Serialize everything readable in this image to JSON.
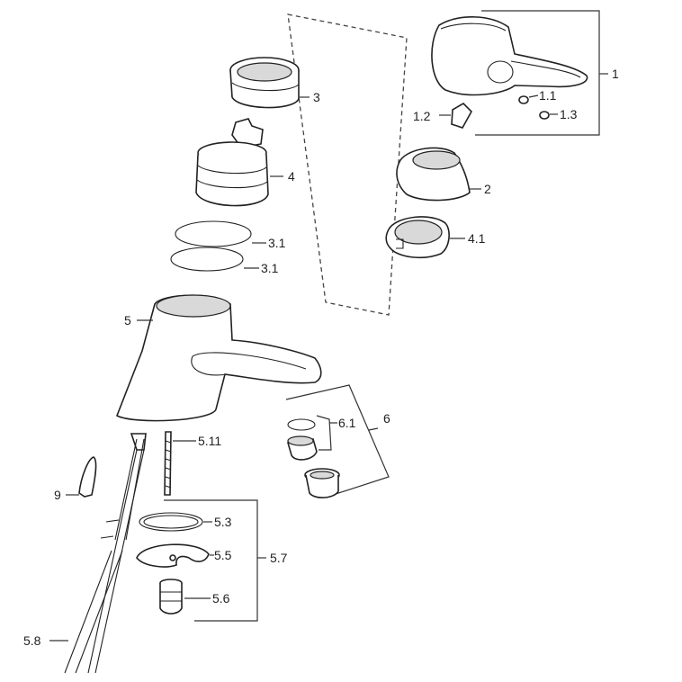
{
  "callouts": {
    "c1": "1",
    "c1_1": "1.1",
    "c1_2": "1.2",
    "c1_3": "1.3",
    "c2": "2",
    "c3": "3",
    "c3_1a": "3.1",
    "c3_1b": "3.1",
    "c4": "4",
    "c4_1": "4.1",
    "c5": "5",
    "c5_11": "5.11",
    "c5_3": "5.3",
    "c5_5": "5.5",
    "c5_6": "5.6",
    "c5_7": "5.7",
    "c5_8": "5.8",
    "c6": "6",
    "c6_1": "6.1",
    "c9": "9"
  }
}
